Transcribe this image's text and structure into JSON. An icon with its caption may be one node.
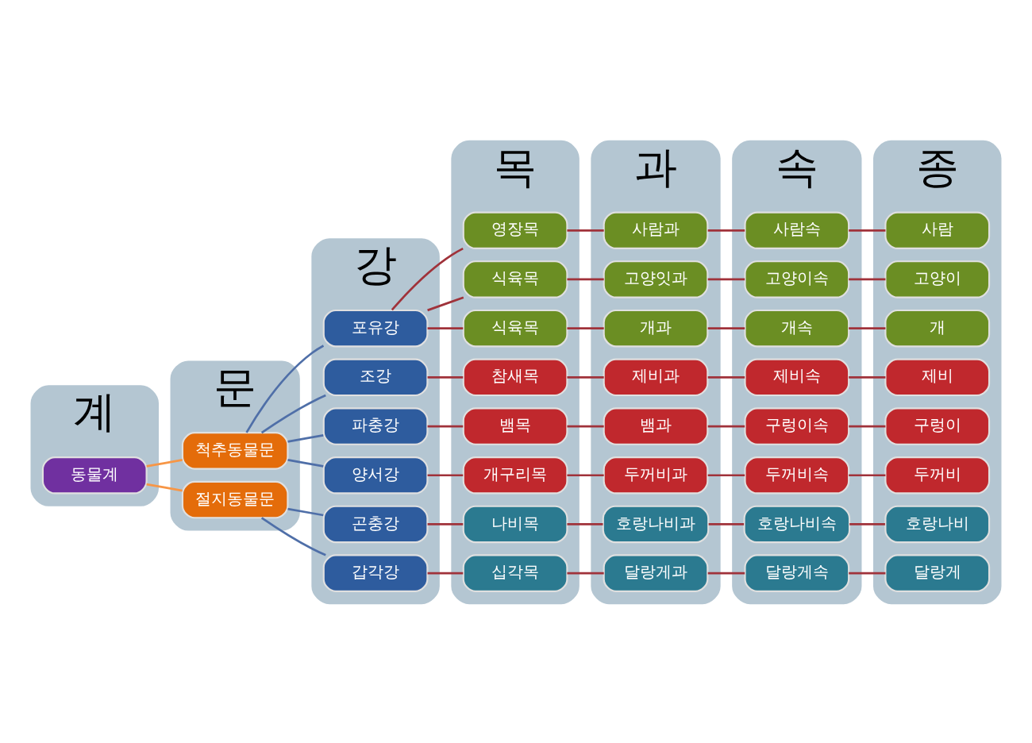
{
  "diagram": {
    "nodes": [
      {
        "text": [
          "계"
        ]
      },
      {
        "text": [
          "문"
        ]
      },
      {
        "text": [
          "강"
        ]
      },
      {
        "text": [
          "목"
        ]
      },
      {
        "text": [
          "과"
        ]
      },
      {
        "text": [
          "속"
        ]
      },
      {
        "text": [
          "종"
        ]
      },
      {
        "text": [
          "동물계"
        ],
        "in": 0
      },
      {
        "text": [
          "척추동물문"
        ],
        "in": 1
      },
      {
        "text": [
          "절지동물문"
        ],
        "in": 1
      },
      {
        "text": [
          "포유강"
        ],
        "in": 2
      },
      {
        "text": [
          "조강"
        ],
        "in": 2
      },
      {
        "text": [
          "파충강"
        ],
        "in": 2
      },
      {
        "text": [
          "양서강"
        ],
        "in": 2
      },
      {
        "text": [
          "곤충강"
        ],
        "in": 2
      },
      {
        "text": [
          "갑각강"
        ],
        "in": 2
      },
      {
        "text": [
          "영장목"
        ],
        "in": 3
      },
      {
        "text": [
          "사람과"
        ],
        "in": 4
      },
      {
        "text": [
          "사람속"
        ],
        "in": 5
      },
      {
        "text": [
          "사람"
        ],
        "in": 6
      },
      {
        "text": [
          "식육목"
        ],
        "in": 3
      },
      {
        "text": [
          "고양잇과"
        ],
        "in": 4
      },
      {
        "text": [
          "고양이속"
        ],
        "in": 5
      },
      {
        "text": [
          "고양이"
        ],
        "in": 6
      },
      {
        "text": [
          "식육목"
        ],
        "in": 3
      },
      {
        "text": [
          "개과"
        ],
        "in": 4
      },
      {
        "text": [
          "개속"
        ],
        "in": 5
      },
      {
        "text": [
          "개"
        ],
        "in": 6
      },
      {
        "text": [
          "참새목"
        ],
        "in": 3
      },
      {
        "text": [
          "제비과"
        ],
        "in": 4
      },
      {
        "text": [
          "제비속"
        ],
        "in": 5
      },
      {
        "text": [
          "제비"
        ],
        "in": 6
      },
      {
        "text": [
          "뱀목"
        ],
        "in": 3
      },
      {
        "text": [
          "뱀과"
        ],
        "in": 4
      },
      {
        "text": [
          "구렁이속"
        ],
        "in": 5
      },
      {
        "text": [
          "구렁이"
        ],
        "in": 6
      },
      {
        "text": [
          "개구리목"
        ],
        "in": 3
      },
      {
        "text": [
          "두꺼비과"
        ],
        "in": 4
      },
      {
        "text": [
          "두꺼비속"
        ],
        "in": 5
      },
      {
        "text": [
          "두꺼비"
        ],
        "in": 6
      },
      {
        "text": [
          "나비목"
        ],
        "in": 3
      },
      {
        "text": [
          "호랑나비과"
        ],
        "in": 4
      },
      {
        "text": [
          "호랑나비속"
        ],
        "in": 5
      },
      {
        "text": [
          "호랑나비"
        ],
        "in": 6
      },
      {
        "text": [
          "십각목"
        ],
        "in": 3
      },
      {
        "text": [
          "달랑게과"
        ],
        "in": 4
      },
      {
        "text": [
          "달랑게속"
        ],
        "in": 5
      },
      {
        "text": [
          "달랑게"
        ],
        "in": 6
      }
    ],
    "edges": [
      {
        "from": 7,
        "to": 8,
        "arrow": "none",
        "color": "#f79646"
      },
      {
        "from": 7,
        "to": 9,
        "arrow": "none",
        "color": "#f79646"
      },
      {
        "from": 8,
        "to": 10,
        "arrow": "none",
        "color": "#4f6fa8"
      },
      {
        "from": 8,
        "to": 11,
        "arrow": "none",
        "color": "#4f6fa8"
      },
      {
        "from": 8,
        "to": 12,
        "arrow": "none",
        "color": "#4f6fa8"
      },
      {
        "from": 8,
        "to": 13,
        "arrow": "none",
        "color": "#4f6fa8"
      },
      {
        "from": 9,
        "to": 14,
        "arrow": "none",
        "color": "#4f6fa8"
      },
      {
        "from": 9,
        "to": 15,
        "arrow": "none",
        "color": "#4f6fa8"
      },
      {
        "from": 10,
        "to": 16,
        "arrow": "none"
      },
      {
        "from": 10,
        "to": 20,
        "arrow": "none"
      },
      {
        "from": 10,
        "to": 24,
        "arrow": "none"
      },
      {
        "from": 11,
        "to": 28,
        "arrow": "none"
      },
      {
        "from": 12,
        "to": 32,
        "arrow": "none"
      },
      {
        "from": 13,
        "to": 36,
        "arrow": "none"
      },
      {
        "from": 14,
        "to": 40,
        "arrow": "none"
      },
      {
        "from": 15,
        "to": 44,
        "arrow": "none"
      },
      {
        "from": 16,
        "to": 17,
        "arrow": "none"
      },
      {
        "from": 17,
        "to": 18,
        "arrow": "none"
      },
      {
        "from": 18,
        "to": 19,
        "arrow": "none"
      },
      {
        "from": 20,
        "to": 21,
        "arrow": "none"
      },
      {
        "from": 21,
        "to": 22,
        "arrow": "none"
      },
      {
        "from": 22,
        "to": 23,
        "arrow": "none"
      },
      {
        "from": 24,
        "to": 25,
        "arrow": "none"
      },
      {
        "from": 25,
        "to": 26,
        "arrow": "none"
      },
      {
        "from": 26,
        "to": 27,
        "arrow": "none"
      },
      {
        "from": 28,
        "to": 29,
        "arrow": "none"
      },
      {
        "from": 29,
        "to": 30,
        "arrow": "none"
      },
      {
        "from": 30,
        "to": 31,
        "arrow": "none"
      },
      {
        "from": 32,
        "to": 33,
        "arrow": "none"
      },
      {
        "from": 33,
        "to": 34,
        "arrow": "none"
      },
      {
        "from": 34,
        "to": 35,
        "arrow": "none"
      },
      {
        "from": 36,
        "to": 37,
        "arrow": "none"
      },
      {
        "from": 37,
        "to": 38,
        "arrow": "none"
      },
      {
        "from": 38,
        "to": 39,
        "arrow": "none"
      },
      {
        "from": 40,
        "to": 41,
        "arrow": "none"
      },
      {
        "from": 41,
        "to": 42,
        "arrow": "none"
      },
      {
        "from": 42,
        "to": 43,
        "arrow": "none"
      },
      {
        "from": 44,
        "to": 45,
        "arrow": "none"
      },
      {
        "from": 45,
        "to": 46,
        "arrow": "none"
      },
      {
        "from": 46,
        "to": 47,
        "arrow": "none"
      }
    ]
  }
}
